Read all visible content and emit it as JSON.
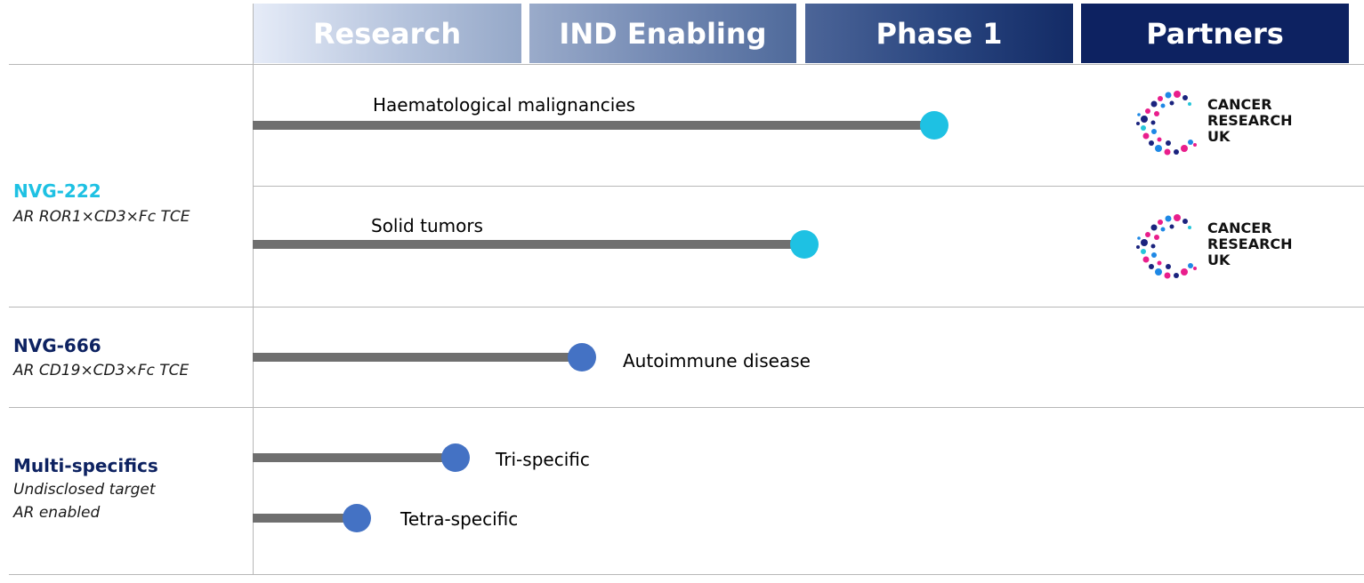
{
  "header": {
    "stages": [
      "Research",
      "IND Enabling",
      "Phase 1",
      "Partners"
    ]
  },
  "programs": [
    {
      "name": "NVG-222",
      "subtitle_lines": [
        "AR ROR1×CD3×Fc TCE"
      ],
      "name_color": "#1ec1e3",
      "indications": [
        {
          "label": "Haematological malignancies",
          "stage_reached": "Phase 1",
          "partner": "CANCER RESEARCH UK"
        },
        {
          "label": "Solid tumors",
          "stage_reached": "Phase 1",
          "partner": "CANCER RESEARCH UK"
        }
      ]
    },
    {
      "name": "NVG-666",
      "subtitle_lines": [
        "AR CD19×CD3×Fc TCE"
      ],
      "name_color": "#0d2261",
      "indications": [
        {
          "label": "Autoimmune disease",
          "stage_reached": "IND Enabling"
        }
      ]
    },
    {
      "name": "Multi-specifics",
      "subtitle_lines": [
        "Undisclosed target",
        "AR enabled"
      ],
      "name_color": "#0d2261",
      "indications": [
        {
          "label": "Tri-specific",
          "stage_reached": "Research"
        },
        {
          "label": "Tetra-specific",
          "stage_reached": "Research"
        }
      ]
    }
  ],
  "partner_logo": {
    "lines": [
      "CANCER",
      "RESEARCH",
      "UK"
    ],
    "icon": "cancer-research-uk-logo"
  },
  "colors": {
    "dot_cyan": "#1ec1e3",
    "dot_blue": "#4472c4",
    "bar": "#6f6f6f",
    "partners_header": "#0d2261"
  }
}
